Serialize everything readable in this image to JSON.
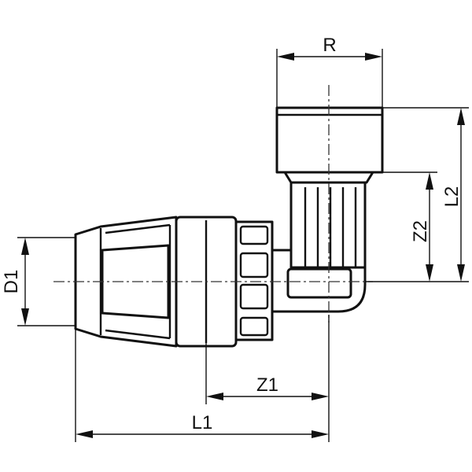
{
  "dimensions": {
    "r": "R",
    "l2": "L2",
    "z2": "Z2",
    "d1": "D1",
    "z1": "Z1",
    "l1": "L1"
  }
}
